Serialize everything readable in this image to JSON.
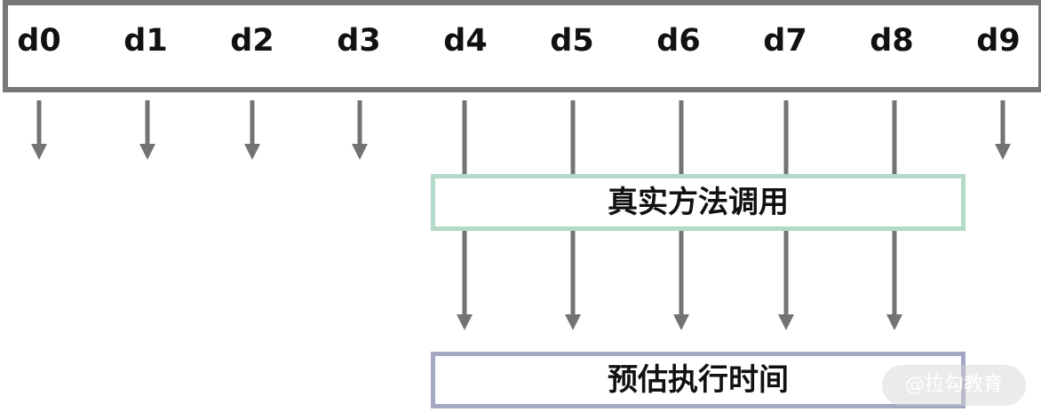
{
  "cells": [
    "d0",
    "d1",
    "d2",
    "d3",
    "d4",
    "d5",
    "d6",
    "d7",
    "d8",
    "d9"
  ],
  "boxes": {
    "real_call": "真实方法调用",
    "estimated_time": "预估执行时间"
  },
  "watermark": "@拉勾教育",
  "colors": {
    "border": "#777777",
    "arrow": "#737373",
    "real_call_border": "#b4d9c7",
    "estimated_border": "#a5a8c4"
  }
}
